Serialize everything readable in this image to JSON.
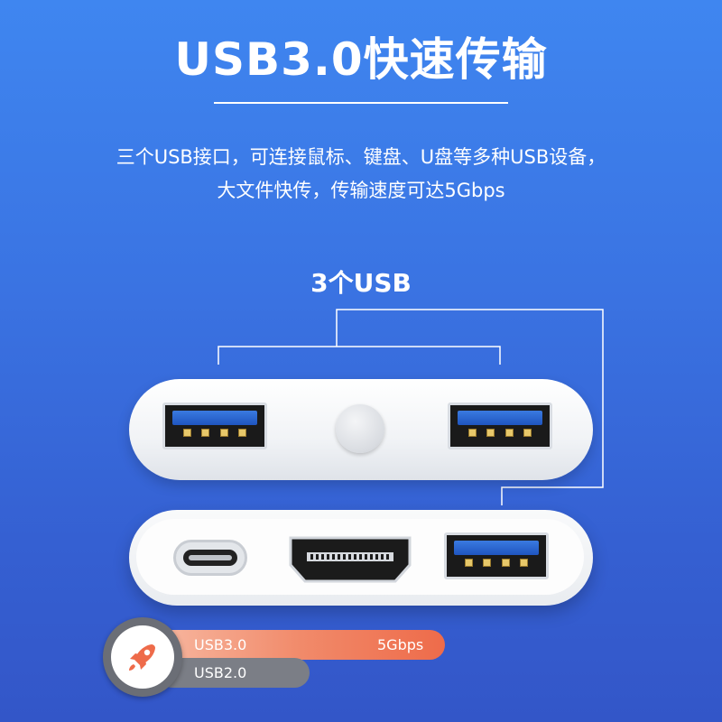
{
  "title": "USB3.0快速传输",
  "description": {
    "line1": "三个USB接口，可连接鼠标、键盘、U盘等多种USB设备，",
    "line2": "大文件快传，传输速度可达5Gbps"
  },
  "usb_label": "3个USB",
  "speed_badge": {
    "usb3_label": "USB3.0",
    "usb3_speed": "5Gbps",
    "usb2_label": "USB2.0",
    "icon": "rocket-icon"
  },
  "colors": {
    "accent": "#ee6b4a",
    "background": "#3a73e2",
    "port_blue": "#2f6fe0"
  }
}
